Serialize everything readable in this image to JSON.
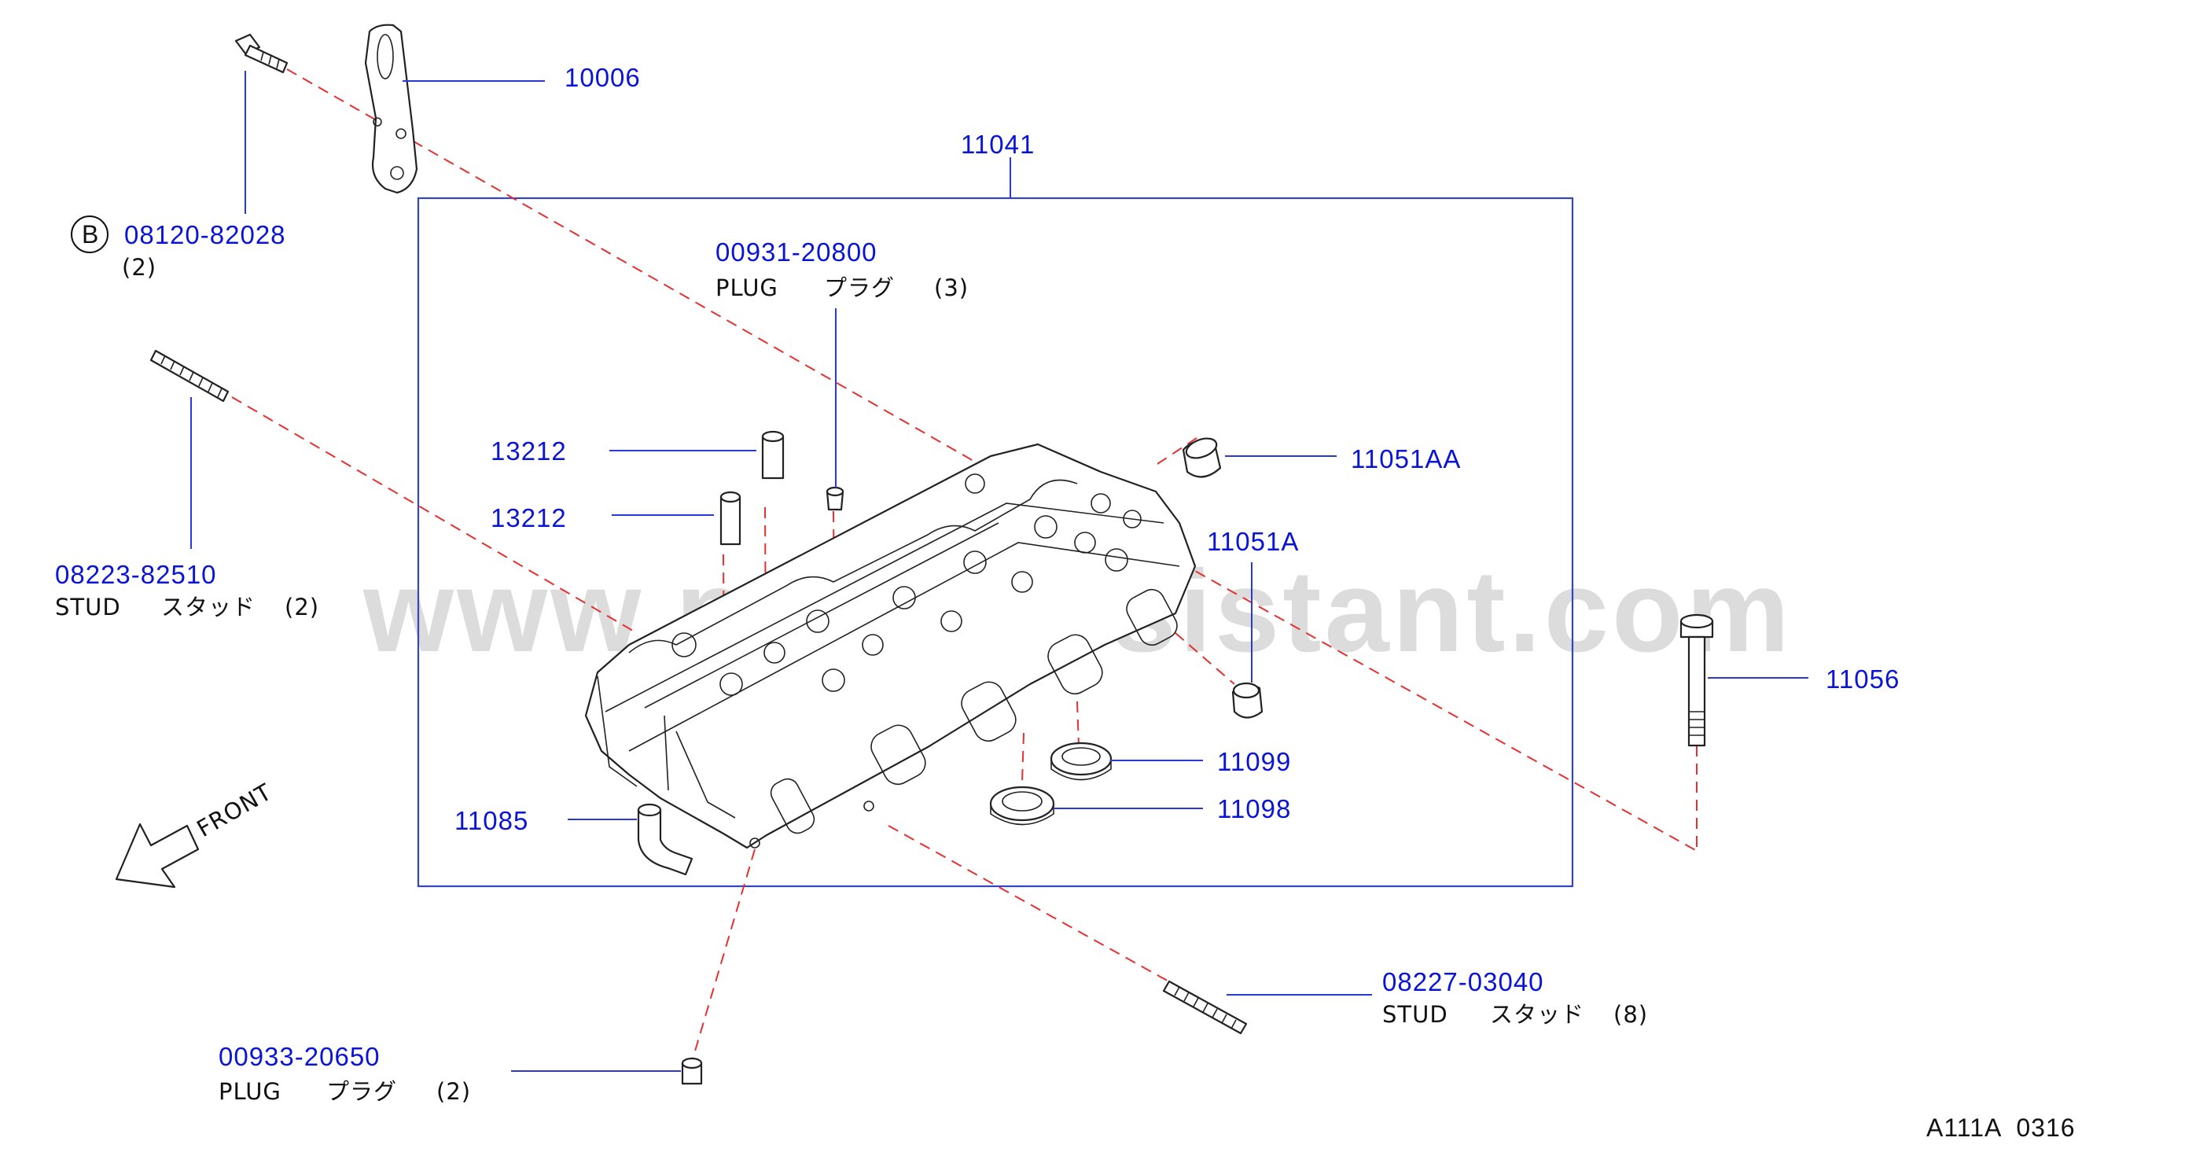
{
  "watermark": "www.partsassistant.com",
  "diagram_code": "A111A  0316",
  "front_label": "FRONT",
  "colors": {
    "part_number": "#0a14d6",
    "leader": "#2a38d8",
    "dashed": "#e63030",
    "outline": "#222222"
  },
  "callouts": {
    "p10006": {
      "number": "10006"
    },
    "p11041": {
      "number": "11041"
    },
    "p08120": {
      "circle": "B",
      "number": "08120-82028",
      "qty": "(2)"
    },
    "p00931": {
      "number": "00931-20800",
      "name": "PLUG",
      "name_jp": "プラグ",
      "qty": "(3)"
    },
    "p13212a": {
      "number": "13212"
    },
    "p13212b": {
      "number": "13212"
    },
    "p11051AA": {
      "number": "11051AA"
    },
    "p11051A": {
      "number": "11051A"
    },
    "p08223": {
      "number": "08223-82510",
      "name": "STUD",
      "name_jp": "スタッド",
      "qty": "(2)"
    },
    "p11056": {
      "number": "11056"
    },
    "p11099": {
      "number": "11099"
    },
    "p11098": {
      "number": "11098"
    },
    "p11085": {
      "number": "11085"
    },
    "p08227": {
      "number": "08227-03040",
      "name": "STUD",
      "name_jp": "スタッド",
      "qty": "(8)"
    },
    "p00933": {
      "number": "00933-20650",
      "name": "PLUG",
      "name_jp": "プラグ",
      "qty": "(2)"
    }
  }
}
